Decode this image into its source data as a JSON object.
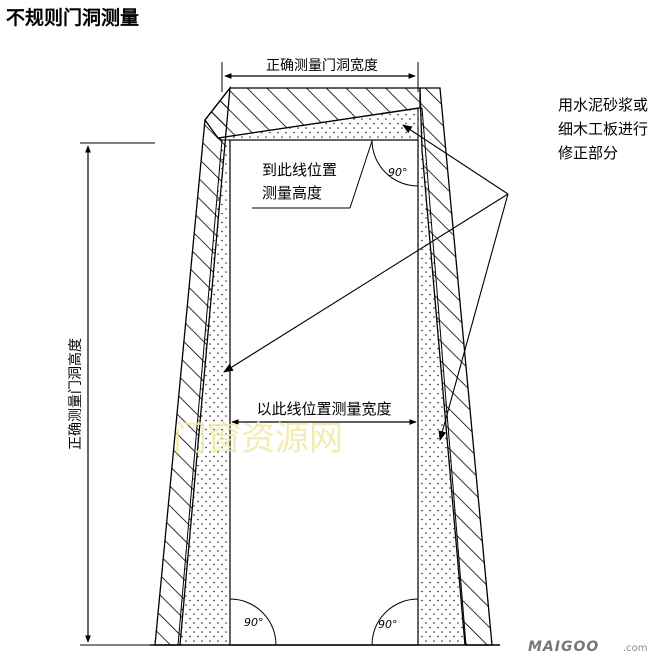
{
  "title": "不规则门洞测量",
  "labels": {
    "width_top": "正确测量门洞宽度",
    "height_left": "正确测量门洞高度",
    "height_line_1": "到此线位置",
    "height_line_2": "测量高度",
    "width_line": "以此线位置测量宽度",
    "repair_1": "用水泥砂浆或",
    "repair_2": "细木工板进行",
    "repair_3": "修正部分",
    "angle_top": "90°",
    "angle_bottom_left": "90°",
    "angle_bottom_right": "90°"
  },
  "watermark": "门窗资源网",
  "logo": {
    "brand": "MAIGOO",
    "domain": ".com"
  }
}
